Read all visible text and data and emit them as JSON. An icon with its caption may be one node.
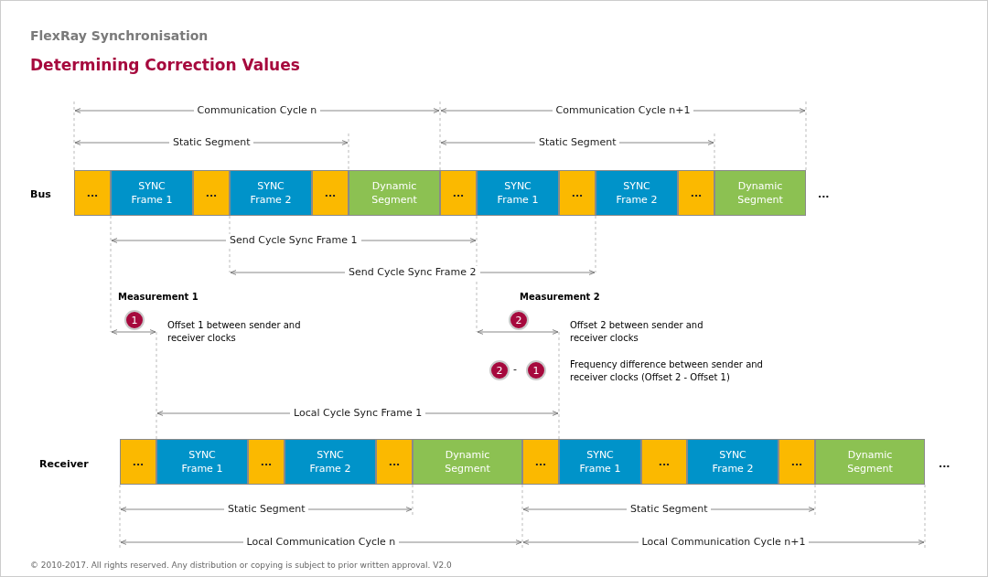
{
  "diagram": {
    "title": "FlexRay Synchronisation",
    "caption": "© 2010-2017. All rights reserved. Any distribution or copying is subject to prior written approval. V2.0",
    "nodes": [
      {
        "text": [
          "..."
        ]
      },
      {
        "text": [
          "SYNC Frame 1"
        ]
      },
      {
        "text": [
          "..."
        ]
      },
      {
        "text": [
          "SYNC Frame 2"
        ]
      },
      {
        "text": [
          "..."
        ]
      },
      {
        "text": [
          "Dynamic Segment"
        ]
      },
      {
        "text": [
          "..."
        ]
      },
      {
        "text": [
          "SYNC Frame 1"
        ]
      },
      {
        "text": [
          "..."
        ]
      },
      {
        "text": [
          "SYNC Frame 2"
        ]
      },
      {
        "text": [
          "..."
        ]
      },
      {
        "text": [
          "Dynamic Segment"
        ]
      },
      {
        "text": [
          "1"
        ]
      },
      {
        "text": [
          "2"
        ]
      },
      {
        "text": [
          "2"
        ]
      },
      {
        "text": [
          "1"
        ]
      },
      {
        "text": [
          "..."
        ]
      },
      {
        "text": [
          "SYNC Frame 1"
        ]
      },
      {
        "text": [
          "..."
        ]
      },
      {
        "text": [
          "SYNC Frame 2"
        ]
      },
      {
        "text": [
          "..."
        ]
      },
      {
        "text": [
          "Dynamic Segment"
        ]
      },
      {
        "text": [
          "..."
        ]
      },
      {
        "text": [
          "SYNC Frame 1"
        ]
      },
      {
        "text": [
          "..."
        ]
      },
      {
        "text": [
          "SYNC Frame 2"
        ]
      },
      {
        "text": [
          "..."
        ]
      },
      {
        "text": [
          "Dynamic Segment"
        ]
      }
    ],
    "labels": [
      "Determining Correction Values",
      "Communication Cycle n",
      "Communication Cycle n+1",
      "Static Segment",
      "Static Segment",
      "Bus",
      "...",
      "Send Cycle Sync Frame 1",
      "Send Cycle Sync Frame 2",
      "Measurement 1",
      "Measurement 2",
      "Offset 1 between sender and receiver clocks",
      "Offset 2 between sender and receiver clocks",
      "-",
      "Frequency difference between sender and receiver clocks (Offset 2 - Offset 1)",
      "Local Cycle Sync Frame 1",
      "Receiver",
      "...",
      "Static Segment",
      "Static Segment",
      "Local Communication Cycle n",
      "Local Communication Cycle n+1"
    ]
  }
}
